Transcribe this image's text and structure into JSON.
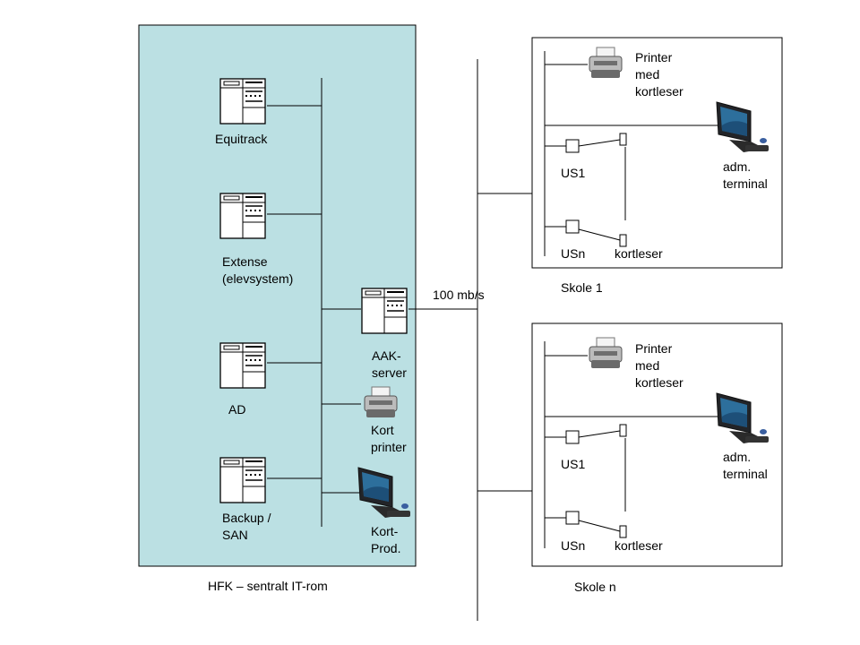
{
  "colors": {
    "central_room_fill": "#bbe0e3",
    "line": "#000000"
  },
  "central": {
    "room_label": "HFK – sentralt IT-rom",
    "servers": {
      "equitrack": "Equitrack",
      "extense": "Extense\n(elevsystem)",
      "ad": "AD",
      "backup": "Backup /\nSAN",
      "aak": "AAK-\nserver"
    },
    "card_printer_label": "Kort\nprinter",
    "card_production_label": "Kort-\nProd."
  },
  "network": {
    "link_speed_label": "100 mb/s"
  },
  "schools": [
    {
      "name": "Skole 1",
      "printer_label": "Printer\nmed\nkortleser",
      "terminal_label": "adm.\nterminal",
      "us1_label": "US1",
      "usn_label": "USn",
      "card_reader_label": "kortleser"
    },
    {
      "name": "Skole n",
      "printer_label": "Printer\nmed\nkortleser",
      "terminal_label": "adm.\nterminal",
      "us1_label": "US1",
      "usn_label": "USn",
      "card_reader_label": "kortleser"
    }
  ],
  "icons": [
    "server-icon",
    "printer-icon",
    "monitor-icon",
    "unit-box-icon",
    "card-reader-icon"
  ]
}
